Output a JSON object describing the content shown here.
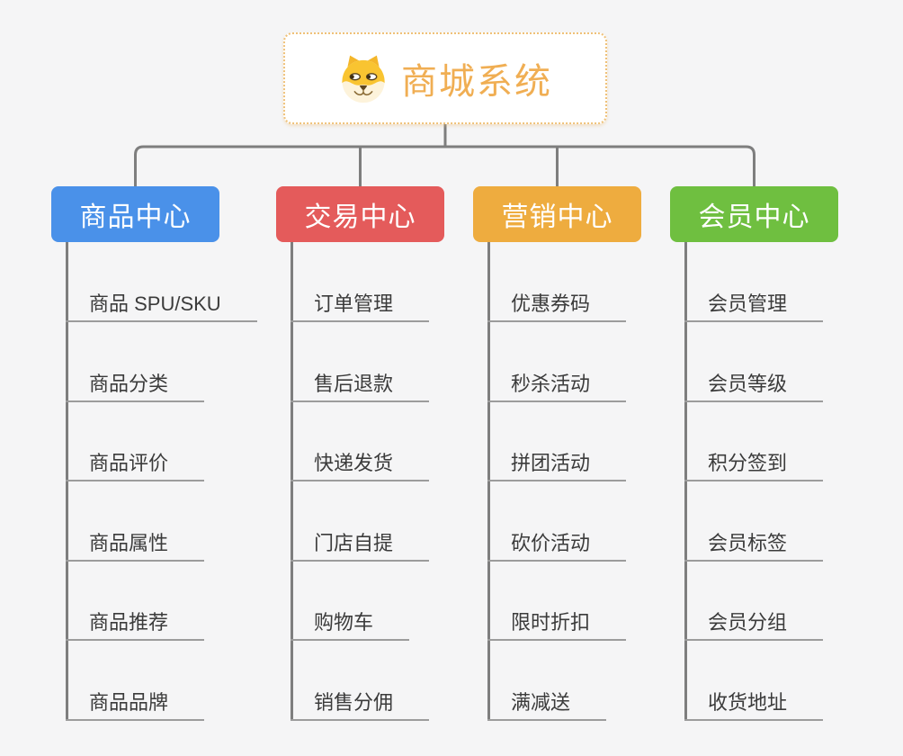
{
  "root": {
    "label": "商城系统",
    "icon": "dog-face-icon"
  },
  "branches": [
    {
      "label": "商品中心",
      "color": "#4A91E9",
      "children": [
        "商品 SPU/SKU",
        "商品分类",
        "商品评价",
        "商品属性",
        "商品推荐",
        "商品品牌"
      ]
    },
    {
      "label": "交易中心",
      "color": "#E45B5B",
      "children": [
        "订单管理",
        "售后退款",
        "快递发货",
        "门店自提",
        "购物车",
        "销售分佣"
      ]
    },
    {
      "label": "营销中心",
      "color": "#EEAC3F",
      "children": [
        "优惠券码",
        "秒杀活动",
        "拼团活动",
        "砍价活动",
        "限时折扣",
        "满减送"
      ]
    },
    {
      "label": "会员中心",
      "color": "#6FBF40",
      "children": [
        "会员管理",
        "会员等级",
        "积分签到",
        "会员标签",
        "会员分组",
        "收货地址"
      ]
    }
  ],
  "colors": {
    "background": "#F5F5F6",
    "connector": "#7E7E7E",
    "underline": "#9C9C9C",
    "child_text": "#3B3B3B",
    "root_text": "#F0AE53",
    "root_border": "#EFC178"
  }
}
